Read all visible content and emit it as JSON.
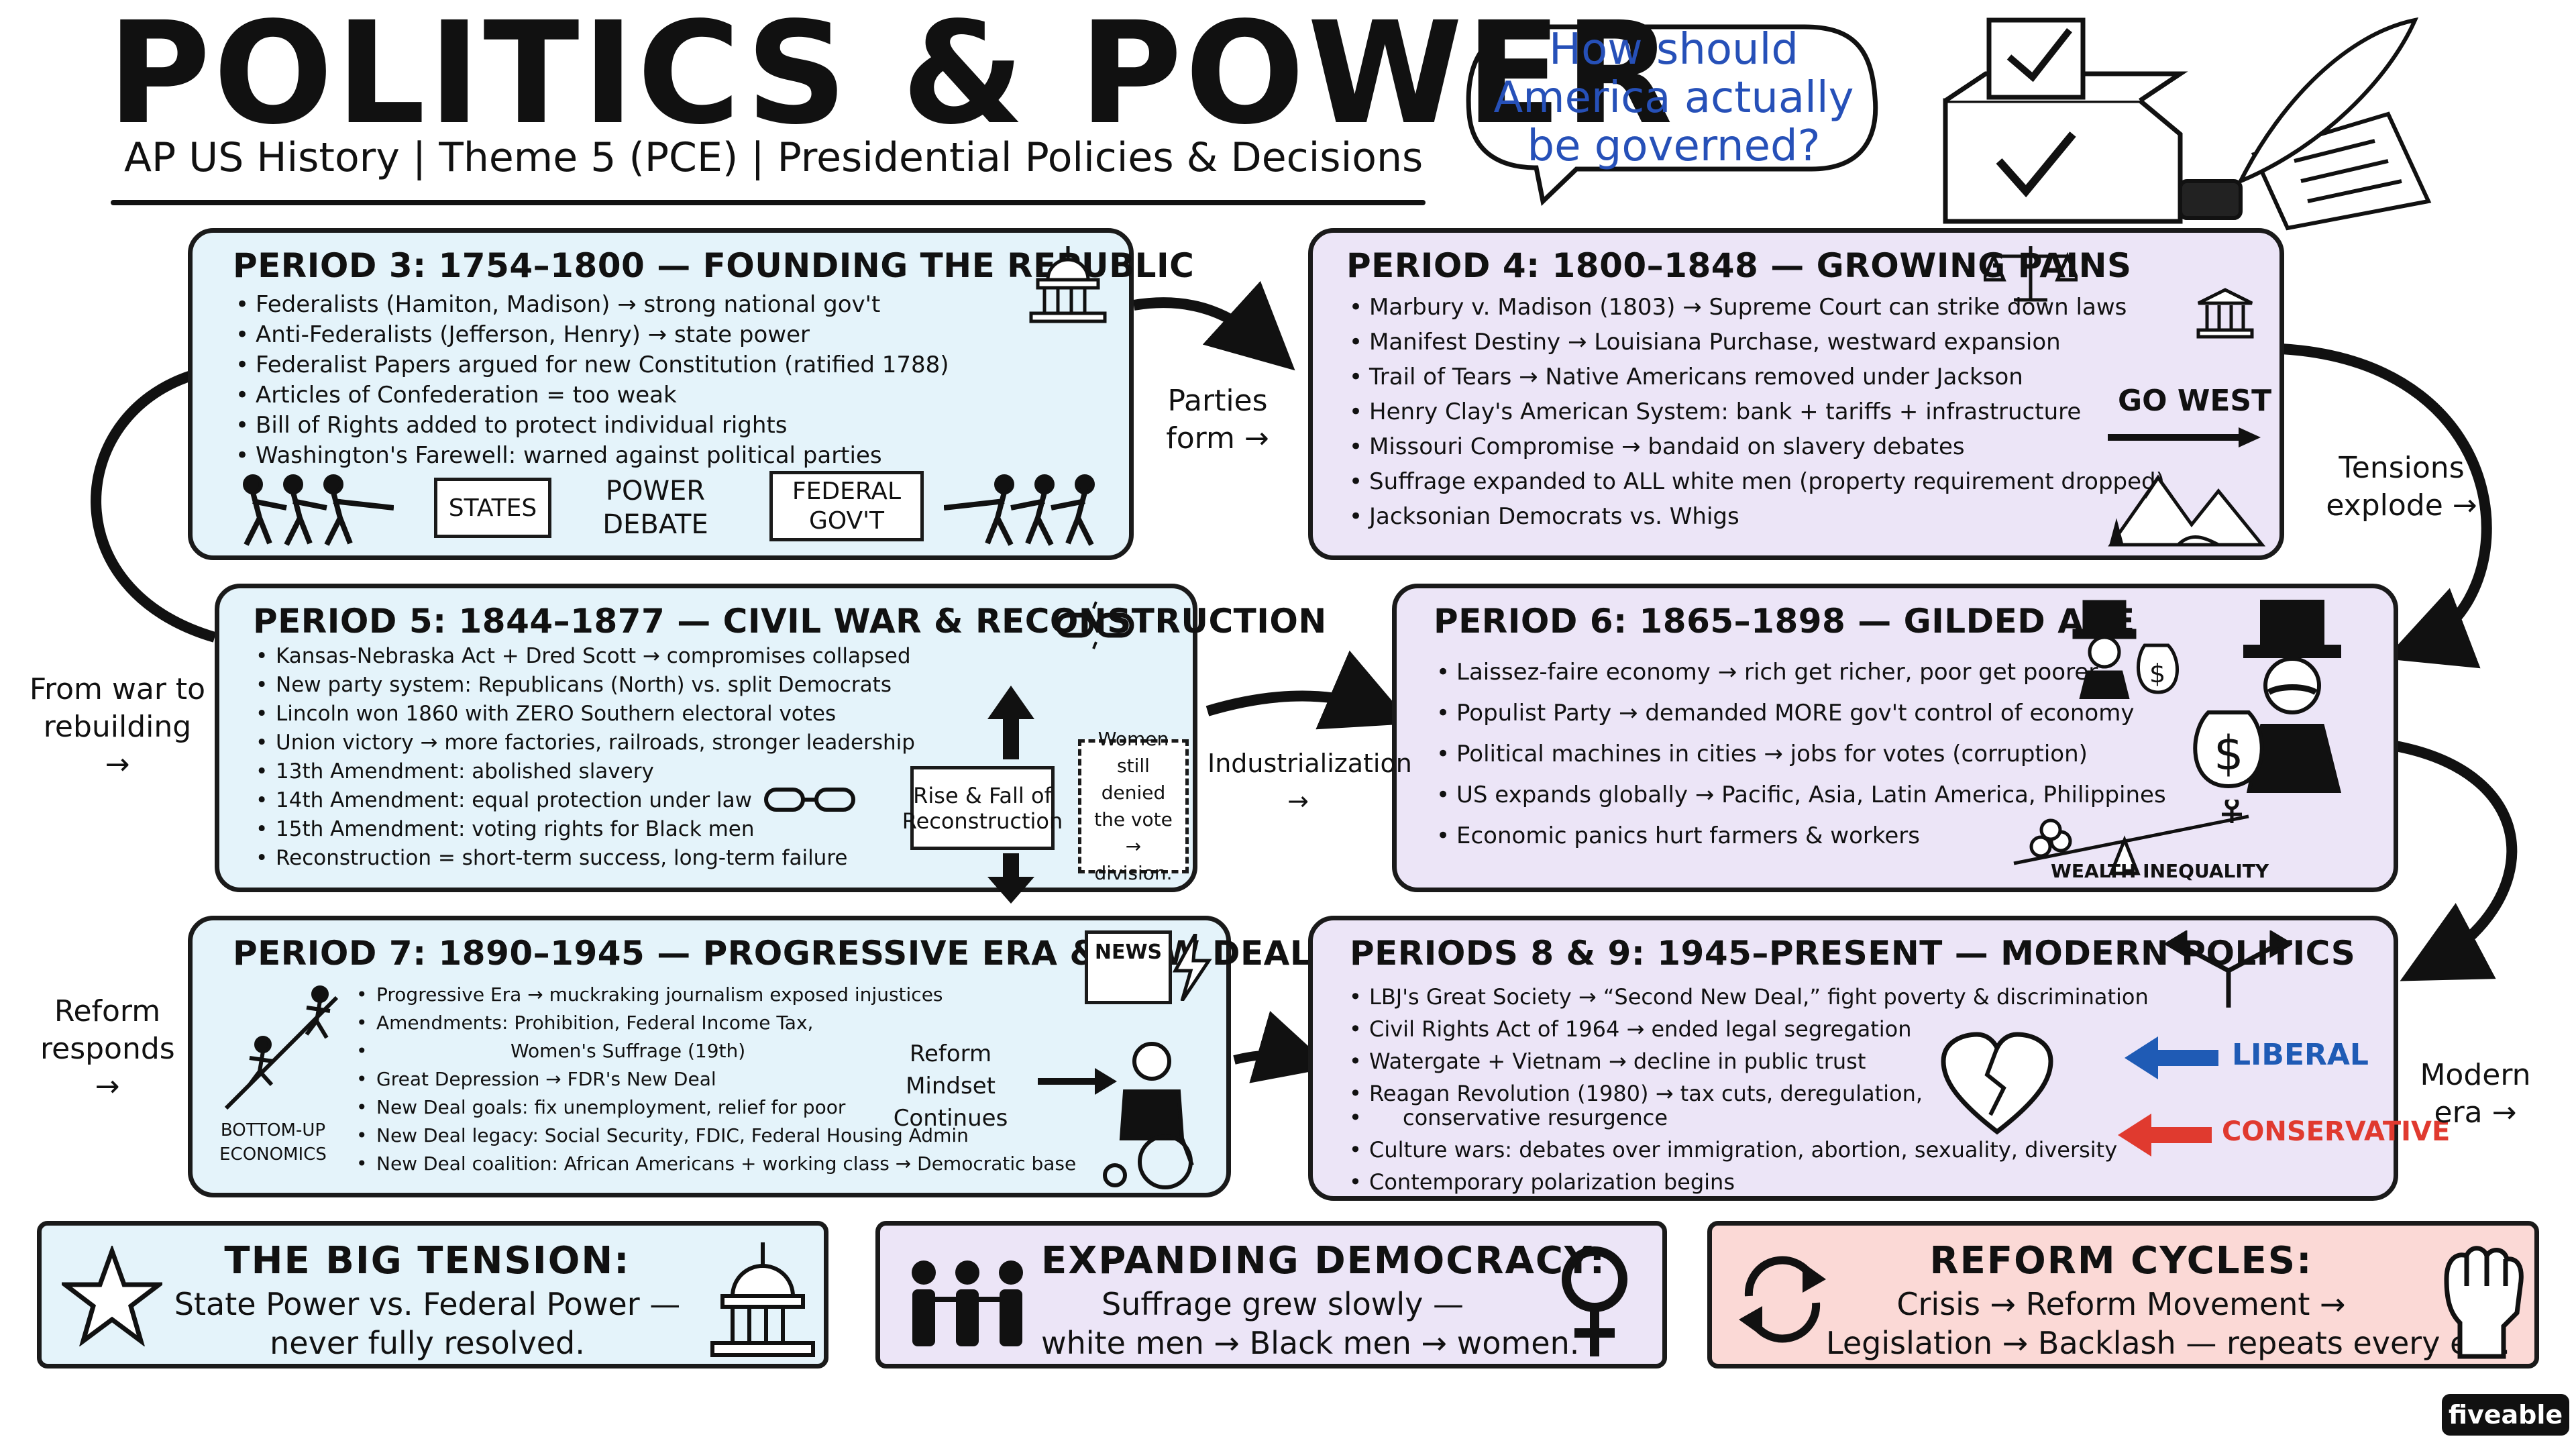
{
  "header": {
    "title": "POLITICS & POWER",
    "subtitle": "AP US History | Theme 5 (PCE) | Presidential Policies & Decisions",
    "question": "How should America actually be governed?"
  },
  "periods": {
    "p3": {
      "title": "PERIOD 3: 1754–1800 — FOUNDING THE REPUBLIC",
      "bullets": [
        "Federalists (Hamiton, Madison) → strong national gov't",
        "Anti-Federalists (Jefferson, Henry) → state power",
        "Federalist Papers argued for new Constitution (ratified 1788)",
        "Articles of Confederation = too weak",
        "Bill of Rights added to protect individual rights",
        "Washington's Farewell: warned against political parties"
      ],
      "states": "STATES",
      "power_debate": "POWER DEBATE",
      "federal": "FEDERAL GOV'T"
    },
    "p4": {
      "title": "PERIOD 4: 1800–1848 — GROWING PAINS",
      "bullets": [
        "Marbury v. Madison (1803) → Supreme Court can strike down laws",
        "Manifest Destiny → Louisiana Purchase, westward expansion",
        "Trail of Tears → Native Americans removed under Jackson",
        "Henry Clay's American System: bank + tariffs + infrastructure",
        "Missouri Compromise → bandaid on slavery debates",
        "Suffrage expanded to ALL white men (property requirement dropped)",
        "Jacksonian Democrats vs. Whigs"
      ],
      "go_west": "GO WEST"
    },
    "p5": {
      "title": "PERIOD 5: 1844–1877 — CIVIL WAR & RECONSTRUCTION",
      "bullets": [
        "Kansas-Nebraska Act + Dred Scott → compromises collapsed",
        "New party system: Republicans (North) vs. split Democrats",
        "Lincoln won 1860 with ZERO Southern electoral votes",
        "Union victory → more factories, railroads, stronger leadership",
        "13th Amendment: abolished slavery",
        "14th Amendment: equal protection under law",
        "15th Amendment: voting rights for Black men",
        "Reconstruction = short-term success, long-term failure"
      ],
      "rise_fall": "Rise & Fall of Reconstruction",
      "women_note": "Women still denied the vote → division."
    },
    "p6": {
      "title": "PERIOD 6: 1865–1898 — GILDED AGE",
      "bullets": [
        "Laissez-faire economy → rich get richer, poor get poorer",
        "Populist Party → demanded MORE gov't control of economy",
        "Political machines in cities → jobs for votes (corruption)",
        "US expands globally → Pacific, Asia, Latin America, Philippines",
        "Economic panics hurt farmers & workers"
      ],
      "wealth": "WEALTH INEQUALITY"
    },
    "p7": {
      "title": "PERIOD 7: 1890–1945 — PROGRESSIVE ERA & NEW DEAL",
      "bullets": [
        "Progressive Era → muckraking journalism exposed injustices",
        "Amendments: Prohibition, Federal Income Tax,",
        "Great Depression → FDR's New Deal",
        "New Deal goals: fix unemployment, relief for poor",
        "New Deal legacy: Social Security, FDIC, Federal Housing Admin",
        "New Deal coalition: African Americans + working class → Democratic base"
      ],
      "suffrage_line": "Women's Suffrage (19th)",
      "bottom_up": "BOTTOM-UP ECONOMICS",
      "mindset": "Reform Mindset Continues",
      "news": "NEWS"
    },
    "p89": {
      "title": "PERIODS 8 & 9: 1945–PRESENT — MODERN POLITICS",
      "bullets": [
        "LBJ's Great Society → “Second New Deal,” fight poverty & discrimination",
        "Civil Rights Act of 1964 → ended legal segregation",
        "Watergate + Vietnam → decline in public trust",
        "Reagan Revolution (1980) → tax cuts, deregulation,",
        "Culture wars: debates over immigration, abortion, sexuality, diversity",
        "Contemporary polarization begins"
      ],
      "reagan_cont": "conservative resurgence",
      "liberal": "LIBERAL",
      "conservative": "CONSERVATIVE"
    }
  },
  "connectors": {
    "parties_form": "Parties form →",
    "tensions": "Tensions explode →",
    "war_rebuild": "From war to rebuilding →",
    "industrialization": "Industrialization →",
    "reform": "Reform responds →",
    "modern_era": "Modern era →"
  },
  "bottom": {
    "tension_title": "THE BIG TENSION:",
    "tension_text_1": "State Power vs. Federal Power —",
    "tension_text_2": "never fully resolved.",
    "democracy_title": "EXPANDING DEMOCRACY:",
    "democracy_text_1": "Suffrage grew slowly —",
    "democracy_text_2": "white men → Black men → women.",
    "reform_title": "REFORM CYCLES:",
    "reform_text_1": "Crisis → Reform Movement →",
    "reform_text_2": "Legislation → Backlash — repeats every era."
  },
  "brand": "fiveable",
  "colors": {
    "blue_box": "#e4f3fa",
    "purple_box": "#ece5f7",
    "pink_box": "#fbd9d6",
    "liberal": "#1f5bb5",
    "conservative": "#e03a2f",
    "question": "#2650b8"
  }
}
